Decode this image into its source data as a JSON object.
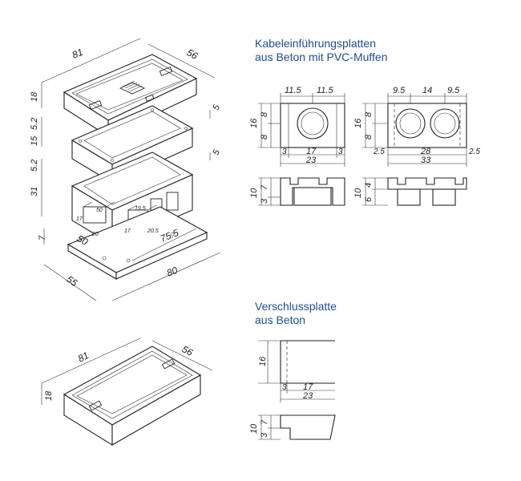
{
  "titles": {
    "kabel_line1": "Kabeleinführungsplatten",
    "kabel_line2": "aus Beton mit PVC-Muffen",
    "verschluss_line1": "Verschlussplatte",
    "verschluss_line2": "aus Beton"
  },
  "iso_top": {
    "length": "81",
    "width": "56",
    "height": "18",
    "rim_h1": "5.2",
    "rim_h2": "15",
    "side_5a": "5"
  },
  "iso_mid": {
    "rim_h": "5.2",
    "height": "31",
    "side_5b": "5",
    "opening_a": "50",
    "opening_b": "19.5",
    "small_17a": "17",
    "small_17b": "17",
    "small_20": "20",
    "small_20b": "20.5"
  },
  "iso_base": {
    "thickness": "7",
    "depth_50": "50",
    "length_75": "75.5",
    "total_80": "80",
    "total_55": "55"
  },
  "iso_lid": {
    "length": "81",
    "width": "56",
    "height": "18"
  },
  "plate1": {
    "top_a": "11.5",
    "top_b": "11.5",
    "h_total": "16",
    "h_a": "8",
    "h_b": "8",
    "b_side_a": "3",
    "b_mid": "17",
    "b_side_b": "3",
    "b_total": "23",
    "sec_total": "10",
    "sec_a": "7",
    "sec_b": "3"
  },
  "plate2": {
    "top_a": "9.5",
    "top_b": "14",
    "top_c": "9.5",
    "h_total": "16",
    "h_a": "8",
    "h_b": "8",
    "b_side_a": "2.5",
    "b_mid": "28",
    "b_side_b": "2.5",
    "b_total": "33",
    "sec_total": "10",
    "sec_a": "4",
    "sec_b": "6"
  },
  "plate3": {
    "h_total": "16",
    "b_side": "3",
    "b_mid": "17",
    "b_total": "23",
    "sec_total": "10",
    "sec_a": "7",
    "sec_b": "3"
  }
}
